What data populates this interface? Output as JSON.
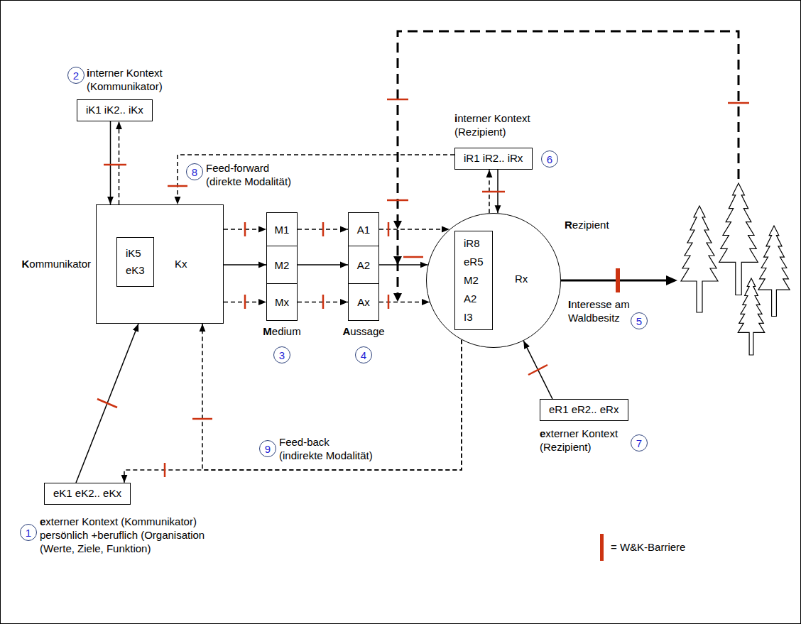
{
  "diagram": {
    "nodes": [
      {
        "text": [
          "iK1 iK2.. iKx"
        ]
      },
      {
        "text": [
          "iR1 iR2.. iRx"
        ]
      },
      {
        "text": [
          "Kommunikator",
          "Kx"
        ]
      },
      {
        "text": [
          "iK5 eK3"
        ],
        "in": 2
      },
      {
        "text": [
          "M1"
        ]
      },
      {
        "text": [
          "M2"
        ]
      },
      {
        "text": [
          "Mx"
        ]
      },
      {
        "text": [
          "A1"
        ]
      },
      {
        "text": [
          "A2"
        ]
      },
      {
        "text": [
          "Ax"
        ]
      },
      {
        "text": [
          "Rezipient",
          "Rx"
        ]
      },
      {
        "text": [
          "iR8 eR5 M2 A2 I3"
        ],
        "in": 10
      },
      {
        "text": [
          "eR1 eR2.. eRx"
        ]
      },
      {
        "text": [
          "eK1 eK2.. eKx"
        ]
      }
    ],
    "edges": [
      {
        "from": 0,
        "to": 2,
        "arrow": "to"
      },
      {
        "from": 2,
        "to": 0,
        "arrow": "to"
      },
      {
        "from": 1,
        "to": 2,
        "arrow": "to"
      },
      {
        "from": 2,
        "to": 4,
        "arrow": "to"
      },
      {
        "from": 2,
        "to": 5,
        "arrow": "to"
      },
      {
        "from": 2,
        "to": 6,
        "arrow": "to"
      },
      {
        "from": 4,
        "to": 7,
        "arrow": "to"
      },
      {
        "from": 5,
        "to": 8,
        "arrow": "to"
      },
      {
        "from": 6,
        "to": 9,
        "arrow": "to"
      },
      {
        "from": 7,
        "to": 10,
        "arrow": "to"
      },
      {
        "from": 8,
        "to": 10,
        "arrow": "to"
      },
      {
        "from": 9,
        "to": 10,
        "arrow": "to"
      },
      {
        "from": 1,
        "to": 10,
        "arrow": "to"
      },
      {
        "from": 10,
        "to": 1,
        "arrow": "to"
      },
      {
        "from": 12,
        "to": 10,
        "arrow": "to"
      },
      {
        "from": 13,
        "to": 2,
        "arrow": "to"
      },
      {
        "from": 10,
        "to": 2,
        "arrow": "to"
      },
      {
        "from": 10,
        "to": 13,
        "arrow": "to"
      }
    ],
    "labels": [
      "2",
      "interner Kontext (Kommunikator)",
      "8",
      "Feed-forward (direkte Modalität)",
      "interner Kontext (Rezipient)",
      "6",
      "Medium",
      "3",
      "Aussage",
      "4",
      "Interesse am Waldbesitz",
      "5",
      "externer Kontext (Rezipient)",
      "7",
      "9",
      "Feed-back (indirekte Modalität)",
      "1",
      "externer Kontext (Kommunikator) persönlich +beruflich (Organisation (Werte, Ziele, Funktion)"
    ],
    "legend": [
      {
        "text": "= W&K-Barriere",
        "color": "#cc3311"
      }
    ]
  }
}
